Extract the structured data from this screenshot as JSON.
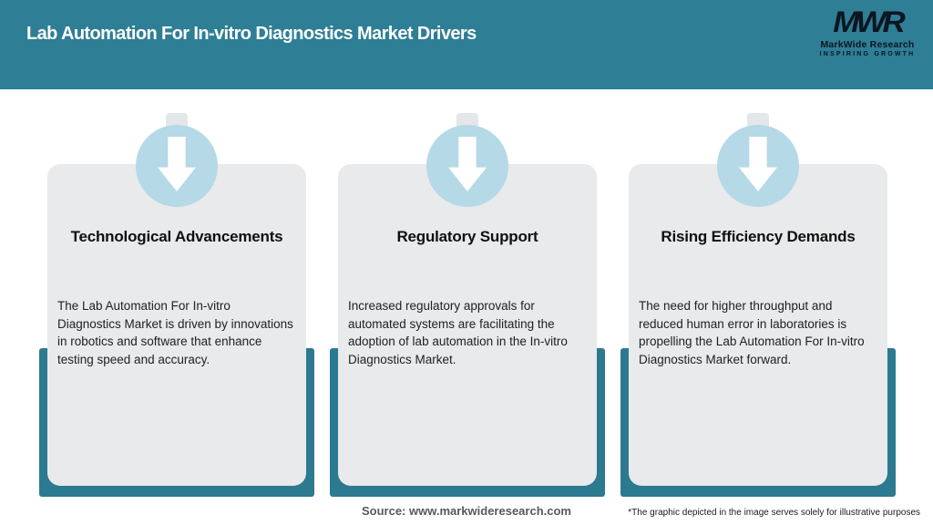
{
  "header": {
    "title": "Lab Automation For In-vitro Diagnostics Market Drivers",
    "logo": {
      "monogram": "MWR",
      "name": "MarkWide Research",
      "tagline": "INSPIRING GROWTH"
    }
  },
  "cards": [
    {
      "icon": "down-arrow-icon",
      "title": "Technological Advancements",
      "body": "The Lab Automation For In-vitro Diagnostics Market is driven by innovations in robotics and software that enhance testing speed and accuracy."
    },
    {
      "icon": "down-arrow-icon",
      "title": "Regulatory Support",
      "body": "Increased regulatory approvals for automated systems are facilitating the adoption of lab automation in the In-vitro Diagnostics Market."
    },
    {
      "icon": "down-arrow-icon",
      "title": "Rising Efficiency Demands",
      "body": "The need for higher throughput and reduced human error in laboratories is propelling the Lab Automation For In-vitro Diagnostics Market forward."
    }
  ],
  "footer": {
    "source": "Source: www.markwideresearch.com",
    "disclaimer": "*The graphic depicted in the image serves solely for illustrative purposes"
  },
  "colors": {
    "header_teal": "#2E7E95",
    "tray_teal": "#2C7A90",
    "card_bg": "#E8EAEB",
    "circle_blue": "#B5D9E6",
    "arrow_white": "#FFFFFF",
    "source_text": "#555A5E"
  }
}
